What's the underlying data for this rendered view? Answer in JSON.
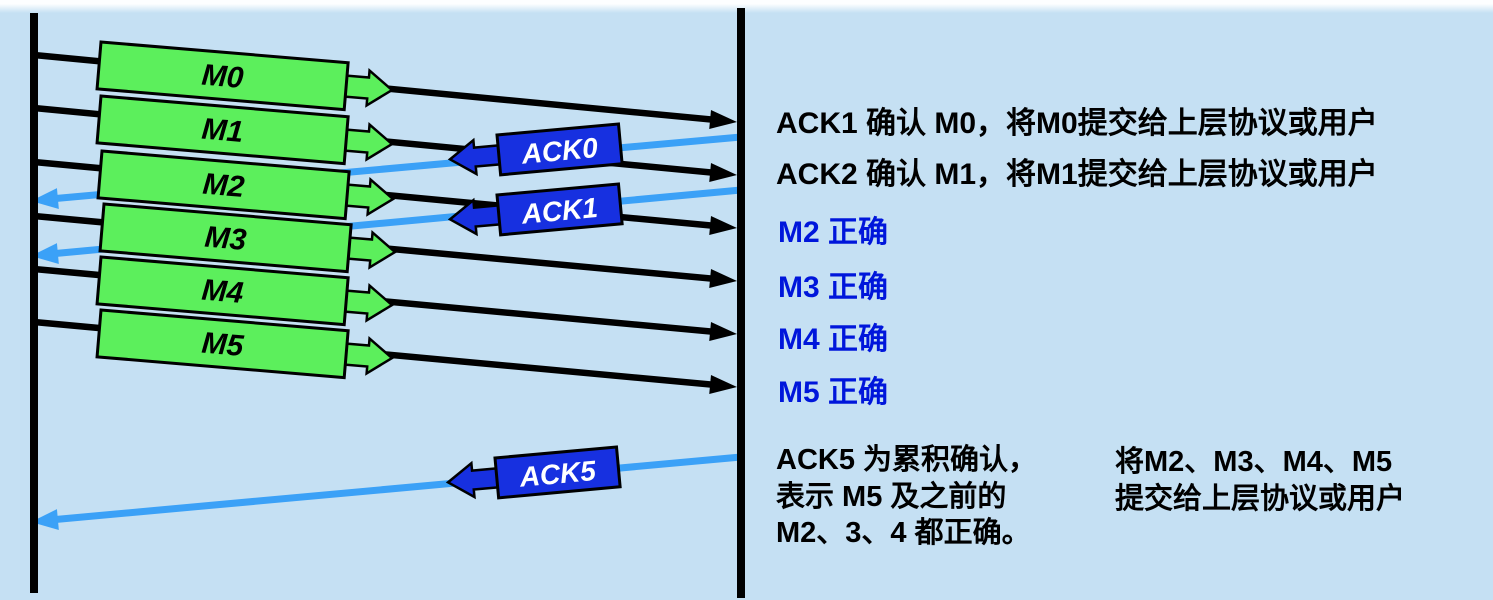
{
  "colors": {
    "background": "#C5E0F3",
    "message_fill": "#5CEF5C",
    "ack_fill": "#1730E0",
    "ack_line": "#3BA1F7",
    "note_blue": "#0016DB",
    "line_black": "#000000"
  },
  "messages": [
    {
      "label": "M0"
    },
    {
      "label": "M1"
    },
    {
      "label": "M2"
    },
    {
      "label": "M3"
    },
    {
      "label": "M4"
    },
    {
      "label": "M5"
    }
  ],
  "acks": [
    {
      "label": "ACK0"
    },
    {
      "label": "ACK1"
    },
    {
      "label": "ACK5"
    }
  ],
  "notes": {
    "ack1": "ACK1 确认 M0，将M0提交给上层协议或用户",
    "ack2": "ACK2 确认 M1，将M1提交给上层协议或用户",
    "ok": [
      {
        "label": "M2 正确"
      },
      {
        "label": "M3 正确"
      },
      {
        "label": "M4 正确"
      },
      {
        "label": "M5 正确"
      }
    ],
    "cumulative": {
      "l1": "ACK5 为累积确认，",
      "l2": "表示 M5 及之前的",
      "l3": "M2、3、4 都正确。"
    },
    "deliver": {
      "l1": "将M2、M3、M4、M5",
      "l2": "提交给上层协议或用户"
    }
  }
}
